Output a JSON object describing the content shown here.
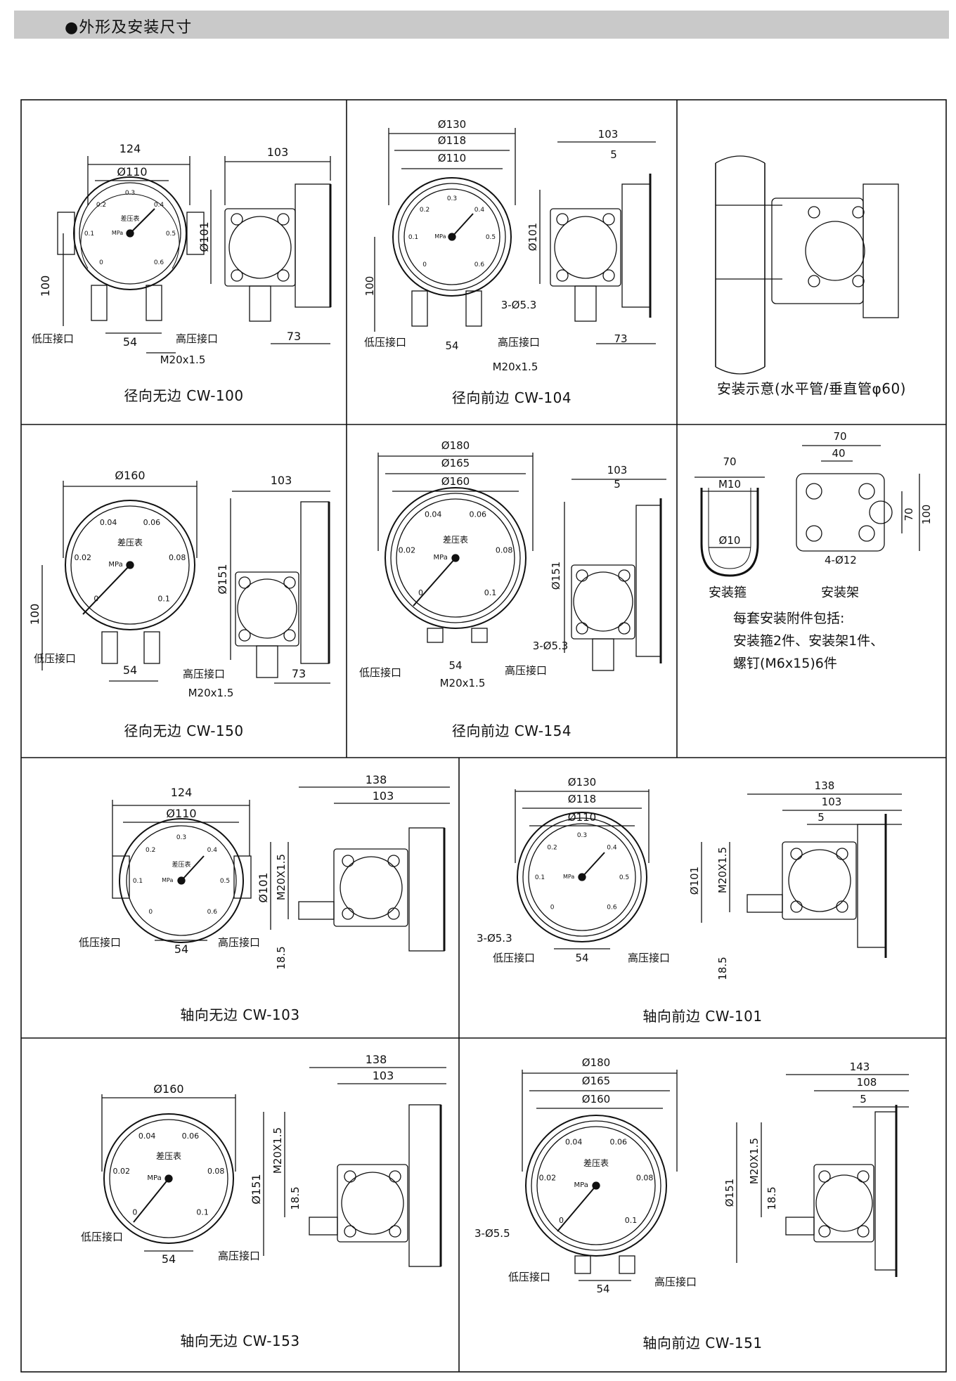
{
  "header": {
    "title": "●外形及安装尺寸"
  },
  "common": {
    "low_port": "低压接口",
    "high_port": "高压接口",
    "face_label": "差压表",
    "unit": "MPa"
  },
  "cells": {
    "cw100": {
      "caption": "径向无边 CW-100",
      "dims": {
        "d124": "124",
        "d110": "Ø110",
        "d103": "103",
        "d101": "Ø101",
        "d100": "100",
        "d54": "54",
        "d73": "73",
        "thread": "M20x1.5"
      },
      "scale": [
        "0",
        "0.1",
        "0.2",
        "0.3",
        "0.4",
        "0.5",
        "0.6"
      ]
    },
    "cw104": {
      "caption": "径向前边 CW-104",
      "dims": {
        "d130": "Ø130",
        "d118": "Ø118",
        "d110": "Ø110",
        "d103": "103",
        "d5": "5",
        "d101": "Ø101",
        "d100": "100",
        "holes": "3-Ø5.3",
        "d54": "54",
        "d73": "73",
        "thread": "M20x1.5"
      },
      "scale": [
        "0",
        "0.1",
        "0.2",
        "0.3",
        "0.4",
        "0.5",
        "0.6"
      ]
    },
    "install": {
      "caption": "安装示意(水平管/垂直管φ60)"
    },
    "cw150": {
      "caption": "径向无边 CW-150",
      "dims": {
        "d160": "Ø160",
        "d103": "103",
        "d151": "Ø151",
        "d100": "100",
        "d54": "54",
        "d73": "73",
        "thread": "M20x1.5"
      },
      "scale": [
        "0",
        "0.02",
        "0.04",
        "0.06",
        "0.08",
        "0.1"
      ]
    },
    "cw154": {
      "caption": "径向前边 CW-154",
      "dims": {
        "d180": "Ø180",
        "d165": "Ø165",
        "d160": "Ø160",
        "d103": "103",
        "d5": "5",
        "d151": "Ø151",
        "holes": "3-Ø5.3",
        "d54": "54",
        "thread": "M20x1.5"
      },
      "scale": [
        "0",
        "0.02",
        "0.04",
        "0.06",
        "0.08",
        "0.1"
      ]
    },
    "accessories": {
      "dims": {
        "d70a": "70",
        "m10": "M10",
        "d10": "Ø10",
        "d70b": "70",
        "d40": "40",
        "d70c": "70",
        "d100": "100",
        "holes": "4-Ø12"
      },
      "clamp_label": "安装箍",
      "bracket_label": "安装架",
      "note_line1": "每套安装附件包括:",
      "note_line2": "安装箍2件、安装架1件、",
      "note_line3": "螺钉(M6x15)6件"
    },
    "cw103": {
      "caption": "轴向无边 CW-103",
      "dims": {
        "d124": "124",
        "d110": "Ø110",
        "d138": "138",
        "d103": "103",
        "d101": "Ø101",
        "thread": "M20X1.5",
        "d185": "18.5",
        "d54": "54"
      },
      "scale": [
        "0",
        "0.1",
        "0.2",
        "0.3",
        "0.4",
        "0.5",
        "0.6"
      ]
    },
    "cw101": {
      "caption": "轴向前边 CW-101",
      "dims": {
        "d130": "Ø130",
        "d118": "Ø118",
        "d110": "Ø110",
        "d138": "138",
        "d103": "103",
        "d5": "5",
        "d101": "Ø101",
        "thread": "M20X1.5",
        "d185": "18.5",
        "holes": "3-Ø5.3",
        "d54": "54"
      },
      "scale": [
        "0",
        "0.1",
        "0.2",
        "0.3",
        "0.4",
        "0.5",
        "0.6"
      ]
    },
    "cw153": {
      "caption": "轴向无边 CW-153",
      "dims": {
        "d160": "Ø160",
        "d138": "138",
        "d103": "103",
        "d151": "Ø151",
        "thread": "M20X1.5",
        "d185": "18.5",
        "d54": "54"
      },
      "scale": [
        "0",
        "0.02",
        "0.04",
        "0.06",
        "0.08",
        "0.1"
      ]
    },
    "cw151": {
      "caption": "轴向前边 CW-151",
      "dims": {
        "d180": "Ø180",
        "d165": "Ø165",
        "d160": "Ø160",
        "d143": "143",
        "d108": "108",
        "d5": "5",
        "d151": "Ø151",
        "thread": "M20X1.5",
        "d185": "18.5",
        "holes": "3-Ø5.5",
        "d54": "54"
      },
      "scale": [
        "0",
        "0.02",
        "0.04",
        "0.06",
        "0.08",
        "0.1"
      ]
    }
  }
}
